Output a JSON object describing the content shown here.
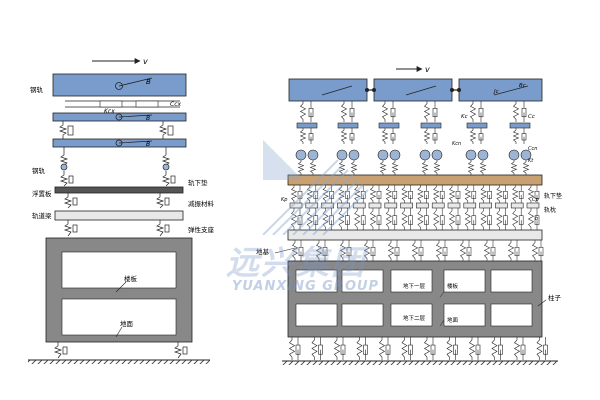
{
  "left": {
    "velocity": "v",
    "labels": {
      "rail_top": "钢轨",
      "B_top": "B",
      "Kcx": "Kcx",
      "Ccx": "Ccx",
      "B_mid": "B",
      "B_low": "B",
      "rail": "钢轨",
      "rail_pad": "轨下垫",
      "floating_slab": "浮置板",
      "damping_material": "减振材料",
      "track_base": "轨道梁",
      "bearing": "弹性支座",
      "floor_slab": "楼板",
      "ground_floor": "地面"
    }
  },
  "right": {
    "velocity": "v",
    "labels": {
      "car3_B": "Jc",
      "car3_Bc": "Bc",
      "Kc": "Kc",
      "Cc": "Cc",
      "kcn": "Kcn",
      "ccn": "Ccn",
      "wheel": "Kt",
      "kp": "Kp",
      "cp": "Cp",
      "b_lbl": "b",
      "rail_pad": "轨下垫",
      "sleeper": "轨枕",
      "foundation": "地基",
      "underground1": "地下一层",
      "slab": "楼板",
      "underground2": "地下二层",
      "ground": "地面",
      "column": "柱子"
    }
  },
  "watermark": {
    "cn": "远兴集团",
    "en": "YUANXING GROUP"
  },
  "colors": {
    "car": "#7a9ccc",
    "rail_beam": "#c9a071",
    "slab": "#e8e8e8",
    "line": "#222222",
    "wheel": "#9db4d4",
    "watermark": "#8aa6cf"
  }
}
